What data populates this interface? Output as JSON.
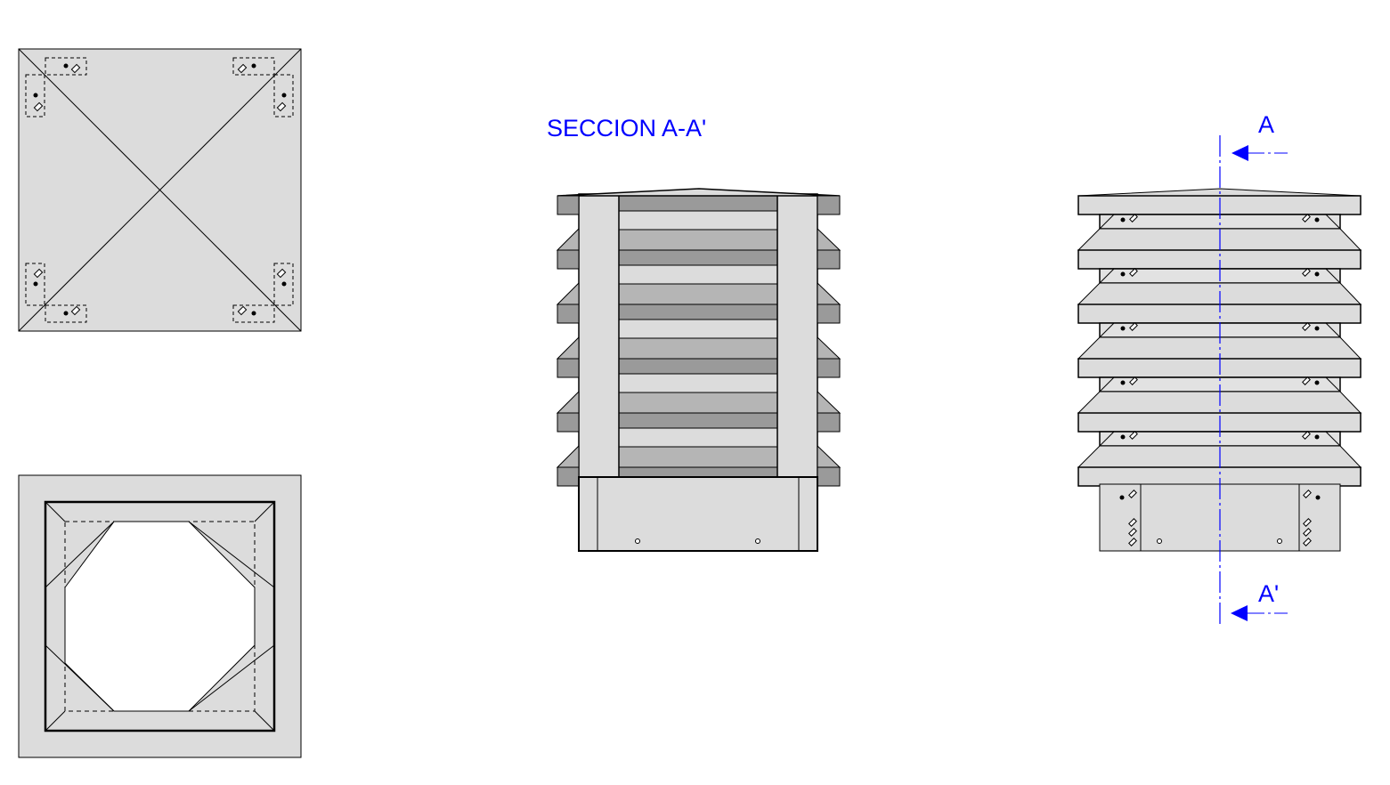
{
  "labels": {
    "section_title": "SECCION  A-A'",
    "cut_top": "A",
    "cut_bottom": "A'"
  },
  "colors": {
    "annotation": "#0000ff",
    "fill_light": "#dcdcdc",
    "fill_mid": "#b5b5b5",
    "fill_dark": "#9a9a9a",
    "line": "#000000"
  },
  "tiers": 5
}
